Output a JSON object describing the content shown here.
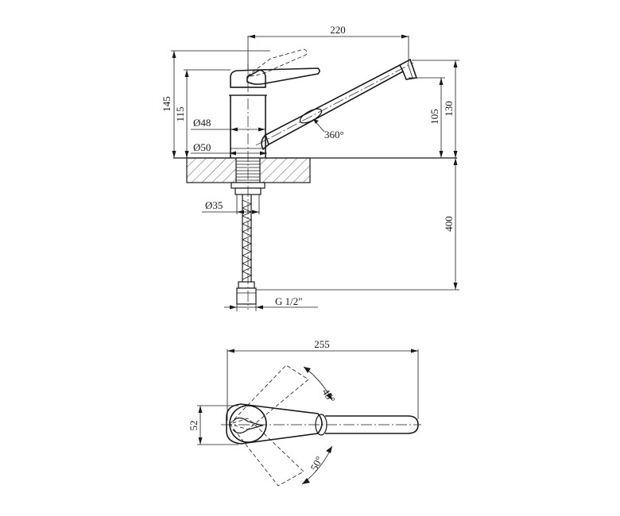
{
  "front_view": {
    "dim_spout_reach": "220",
    "dim_total_height": "145",
    "dim_body_height": "115",
    "dim_spout_height": "105",
    "dim_spout_tip_height": "130",
    "dim_body_diameter": "Ø48",
    "dim_base_diameter": "Ø50",
    "dim_swivel_angle": "360°",
    "dim_shank_diameter": "Ø35",
    "dim_hose_length": "400",
    "dim_hose_thread": "G 1/2\""
  },
  "top_view": {
    "dim_overall_length": "255",
    "dim_handle_width": "52",
    "dim_angle_upper": "45°",
    "dim_angle_lower": "50°"
  }
}
